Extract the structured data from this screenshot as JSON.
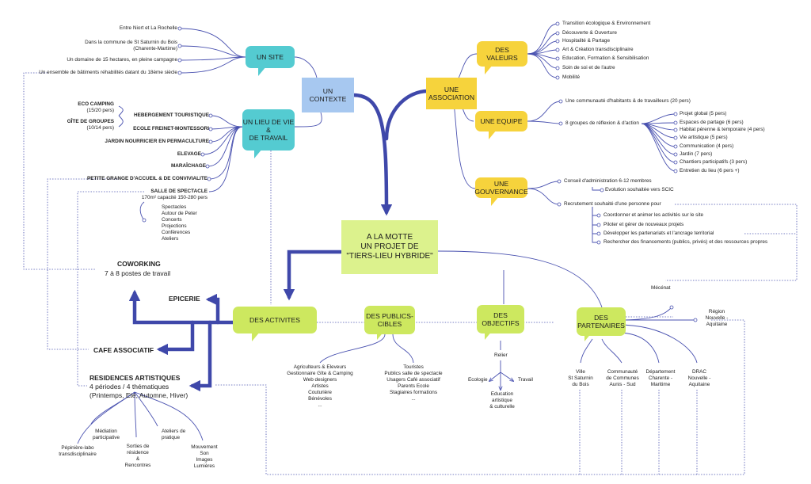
{
  "center": {
    "lines": [
      "A LA MOTTE",
      "UN PROJET DE",
      "\"TIERS-LIEU HYBRIDE\""
    ]
  },
  "contexte": {
    "lines": [
      "UN",
      "CONTEXTE"
    ]
  },
  "association": {
    "lines": [
      "UNE",
      "ASSOCIATION"
    ]
  },
  "un_site": {
    "label": "UN SITE",
    "items": [
      {
        "lines": [
          "Entre Niort et La Rochelle"
        ]
      },
      {
        "lines": [
          "Dans la commune de St Saturnin du Bois",
          "(Charente-Martime)"
        ]
      },
      {
        "lines": [
          "Un domaine de 15 hectares, en pleine campagne"
        ]
      },
      {
        "lines": [
          "Un ensemble de bâtiments réhabilités datant du 18ème siècle"
        ]
      }
    ]
  },
  "lieu": {
    "lines": [
      "UN LIEU DE VIE",
      "&",
      "DE TRAVAIL"
    ],
    "eco_camping": [
      "ECO CAMPING",
      "(15/20 pers)"
    ],
    "gite": [
      "GÎTE DE GROUPES",
      "(10/14 pers)"
    ],
    "items": [
      "HEBERGEMENT TOURISTIQUE",
      "ECOLE FREINET-MONTESSORI",
      "JARDIN NOURRICIER EN PERMACULTURE",
      "ELEVAGE",
      "MARAÎCHAGE",
      "PETITE GRANGE D'ACCUEIL & DE CONVIVIALITE"
    ],
    "salle_title": "SALLE DE SPECTACLE",
    "salle_sub": "170m² capacité 150-280 pers",
    "salle_items": [
      "Spectacles",
      "Autour de Peter",
      "Concerts",
      "Projections",
      "Conférences",
      "Ateliers"
    ]
  },
  "valeurs": {
    "lines": [
      "DES",
      "VALEURS"
    ],
    "items": [
      "Transition écologique & Environnement",
      "Découverte & Ouverture",
      "Hospitalité & Partage",
      "Art & Création transdisciplinaire",
      "Education, Formation & Sensibilisation",
      "Soin de soi et de l'autre",
      "Mobilité"
    ]
  },
  "equipe": {
    "label": "UNE EQUIPE",
    "item1": "Une communauté d'habitants & de travailleurs (20 pers)",
    "item2": "8 groupes de réflexion & d'action",
    "groups": [
      "Projet global (5 pers)",
      "Espaces de partage (6 pers)",
      "Habitat pérenne & temporaire (4 pers)",
      "Vie artistique (5 pers)",
      "Communication (4 pers)",
      "Jardin (7 pers)",
      "Chantiers participatifs (3 pers)",
      "Entretien du lieu (6 pers +)"
    ]
  },
  "gouvernance": {
    "lines": [
      "UNE",
      "GOUVERNANCE"
    ],
    "item1": "Conseil d'administration 6-12 membres",
    "item1_sub": "Evolution souhaitée vers SCIC",
    "item2": "Recrutement souhaité d'une personne pour",
    "recrutement": [
      "Coordonner et animer les activités sur le site",
      "Piloter et gérer de nouveaux projets",
      "Développer les partenariats et l'ancrage territorial",
      "Rechercher des financements (publics, privés) et des ressources propres"
    ]
  },
  "activites": {
    "label": "DES ACTIVITES",
    "coworking": "COWORKING",
    "coworking_sub": "7 à 8 postes de travail",
    "epicerie": "EPICERIE",
    "cafe": "CAFE ASSOCIATIF",
    "residences": "RESIDENCES ARTISTIQUES",
    "residences_sub1": "4 périodes / 4 thématiques",
    "residences_sub2": "(Printemps, Eté, Automne, Hiver)",
    "res_items": [
      {
        "lines": [
          "Pépinière-labo",
          "transdisciplinaire"
        ]
      },
      {
        "lines": [
          "Médiation",
          "participative"
        ]
      },
      {
        "lines": [
          "Sorties de",
          "résidence",
          "&",
          "Rencontres"
        ]
      },
      {
        "lines": [
          "Ateliers de",
          "pratique"
        ]
      },
      {
        "lines": [
          "Mouvement",
          "Son",
          "Images",
          "Lumières"
        ]
      }
    ]
  },
  "publics": {
    "lines": [
      "DES PUBLICS-",
      "CIBLES"
    ],
    "left": [
      "Agriculteurs & Eleveurs",
      "Gestionnaire Gîte & Camping",
      "Web designers",
      "Artistes",
      "Couturière",
      "Bénévoles",
      "..."
    ],
    "right": [
      "Touristes",
      "Publics salle de spectacle",
      "Usagers Café associatif",
      "Parents Ecole",
      "Stagiaires formations",
      "..."
    ]
  },
  "objectifs": {
    "lines": [
      "DES",
      "OBJECTIFS"
    ],
    "relier": "Relier",
    "ecologie": "Ecologie",
    "travail": "Travail",
    "education": [
      "Education",
      "artistique",
      "& culturelle"
    ]
  },
  "partenaires": {
    "lines": [
      "DES",
      "PARTENAIRES"
    ],
    "mecenat": "Mécénat",
    "region": [
      "Région",
      "Nouvelle -",
      "Aquitaine"
    ],
    "items": [
      {
        "lines": [
          "Ville",
          "St Saturnin",
          "du Bois"
        ]
      },
      {
        "lines": [
          "Communauté",
          "de Communes",
          "Aunis - Sud"
        ]
      },
      {
        "lines": [
          "Département",
          "Charente -",
          "Maritime"
        ]
      },
      {
        "lines": [
          "DRAC",
          "Nouvelle -",
          "Aquitaine"
        ]
      }
    ]
  }
}
